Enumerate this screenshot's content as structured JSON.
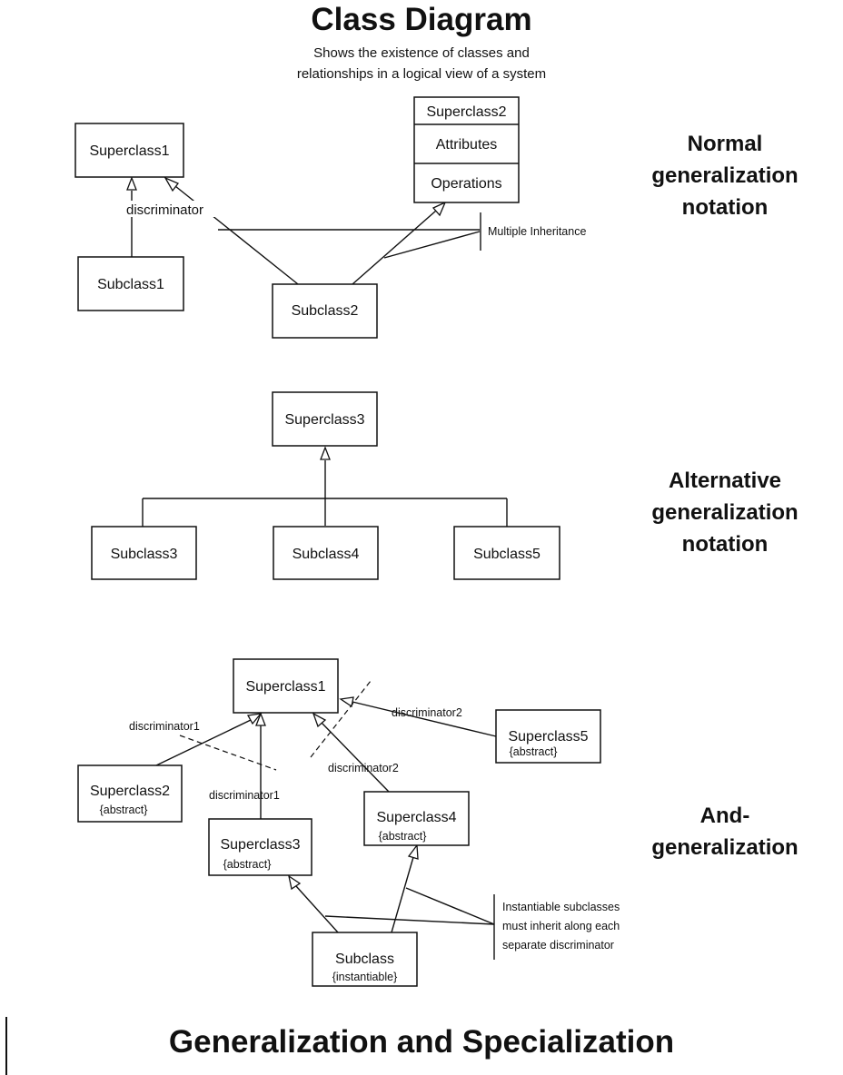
{
  "title": "Class Diagram",
  "subtitle_lines": [
    "Shows the existence of classes and",
    "relationships in a logical view of a system"
  ],
  "sections": {
    "normal": [
      "Normal",
      "generalization",
      "notation"
    ],
    "alternative": [
      "Alternative",
      "generalization",
      "notation"
    ],
    "and": [
      "And-",
      "generalization"
    ]
  },
  "normal_diagram": {
    "superclass1": "Superclass1",
    "superclass2": "Superclass2",
    "attributes": "Attributes",
    "operations": "Operations",
    "subclass1": "Subclass1",
    "subclass2": "Subclass2",
    "discriminator": "discriminator",
    "multiple_inheritance": "Multiple Inheritance"
  },
  "alt_diagram": {
    "superclass3": "Superclass3",
    "subclass3": "Subclass3",
    "subclass4": "Subclass4",
    "subclass5": "Subclass5"
  },
  "and_diagram": {
    "superclass1": "Superclass1",
    "superclass2": "Superclass2",
    "superclass3": "Superclass3",
    "superclass4": "Superclass4",
    "superclass5": "Superclass5",
    "abstract": "{abstract}",
    "subclass": "Subclass",
    "instantiable": "{instantiable}",
    "discriminator1": "discriminator1",
    "discriminator2": "discriminator2",
    "note_lines": [
      "Instantiable subclasses",
      "must inherit along each",
      "separate discriminator"
    ]
  },
  "bottom_title": "Generalization and Specialization"
}
